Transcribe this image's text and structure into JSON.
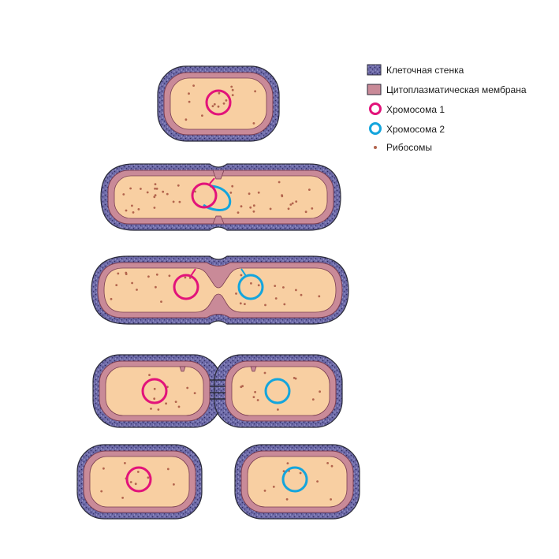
{
  "colors": {
    "cell_wall": "#6d6aa8",
    "cell_wall_dots": "#2e2b5e",
    "membrane": "#c98a98",
    "membrane_edge": "#7a3e52",
    "cytoplasm": "#f8cfa2",
    "chromosome_1": "#e2137a",
    "chromosome_2": "#13a5dd",
    "ribosome": "#b2644d",
    "outline": "#2b2b3a"
  },
  "legend": {
    "items": [
      {
        "id": "cell-wall",
        "label": "Клеточная стенка",
        "icon": "wall-swatch-icon"
      },
      {
        "id": "membrane",
        "label": "Цитоплазматическая мембрана",
        "icon": "membrane-swatch-icon"
      },
      {
        "id": "chromosome-1",
        "label": "Хромосома 1",
        "icon": "ring-icon"
      },
      {
        "id": "chromosome-2",
        "label": "Хромосома 2",
        "icon": "ring-icon"
      },
      {
        "id": "ribosomes",
        "label": "Рибосомы",
        "icon": "dot-icon"
      }
    ]
  }
}
